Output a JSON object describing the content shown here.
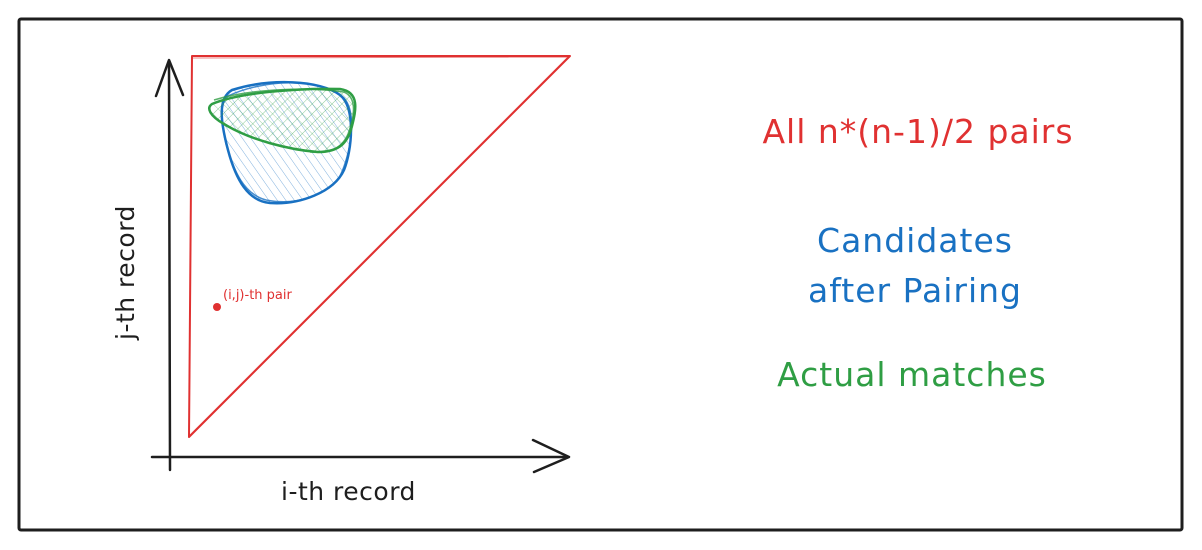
{
  "colors": {
    "frame": "#1e1e1e",
    "all_pairs": "#e03131",
    "candidates": "#1971c2",
    "matches": "#2f9e44",
    "axis": "#1e1e1e"
  },
  "axes": {
    "x_label": "i-th record",
    "y_label": "j-th record"
  },
  "point": {
    "label": "(i,j)-th pair"
  },
  "legend": {
    "all_pairs": "All n*(n-1)/2 pairs",
    "candidates_line1": "Candidates",
    "candidates_line2": "after Pairing",
    "matches": "Actual matches"
  }
}
